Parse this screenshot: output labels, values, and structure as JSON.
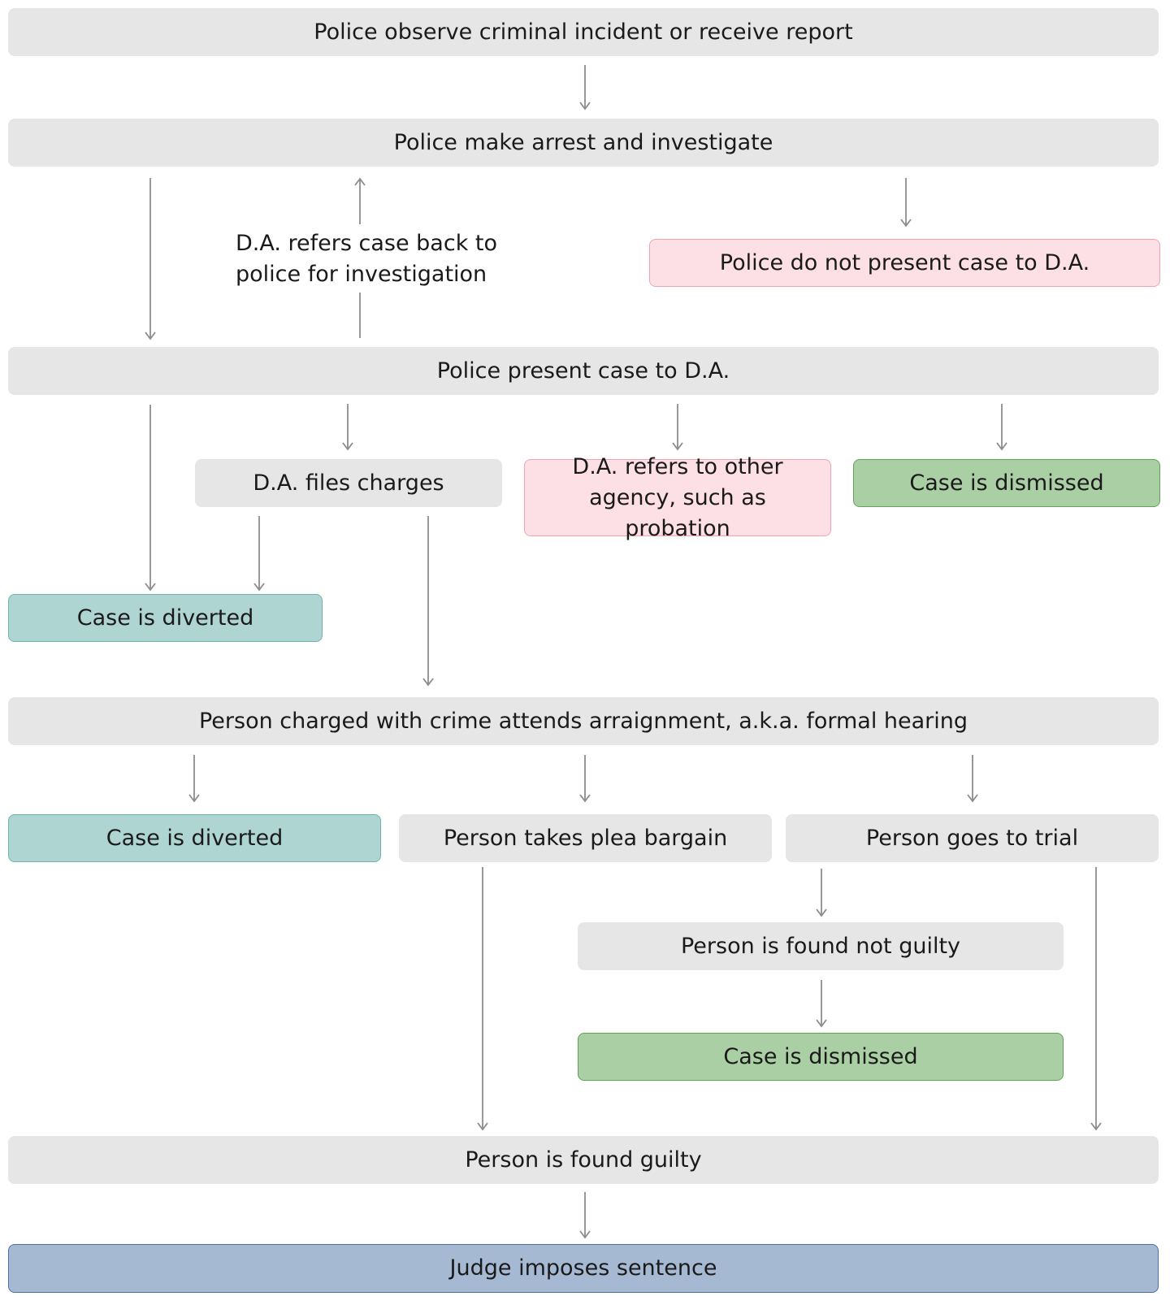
{
  "nodes": {
    "observe": "Police observe criminal incident or receive report",
    "arrest": "Police make arrest and investigate",
    "refer_back": "D.A. refers case back to police for investigation",
    "not_present": "Police do not present case to D.A.",
    "present": "Police present case to D.A.",
    "files_charges": "D.A. files charges",
    "other_agency": "D.A. refers to other agency, such as probation",
    "dismissed_1": "Case is dismissed",
    "diverted_1": "Case is diverted",
    "arraignment": "Person charged with crime attends arraignment, a.k.a. formal hearing",
    "diverted_2": "Case is diverted",
    "plea": "Person takes plea bargain",
    "trial": "Person goes to trial",
    "not_guilty": "Person is found not guilty",
    "dismissed_2": "Case is dismissed",
    "guilty": "Person is found guilty",
    "sentence": "Judge imposes sentence"
  },
  "colors": {
    "neutral": "#e6e6e6",
    "pink_fill": "#fde0e5",
    "green_fill": "#abcfa5",
    "teal_fill": "#aed5d1",
    "blue_fill": "#a6b9d3",
    "arrow": "#8c8c8c"
  }
}
